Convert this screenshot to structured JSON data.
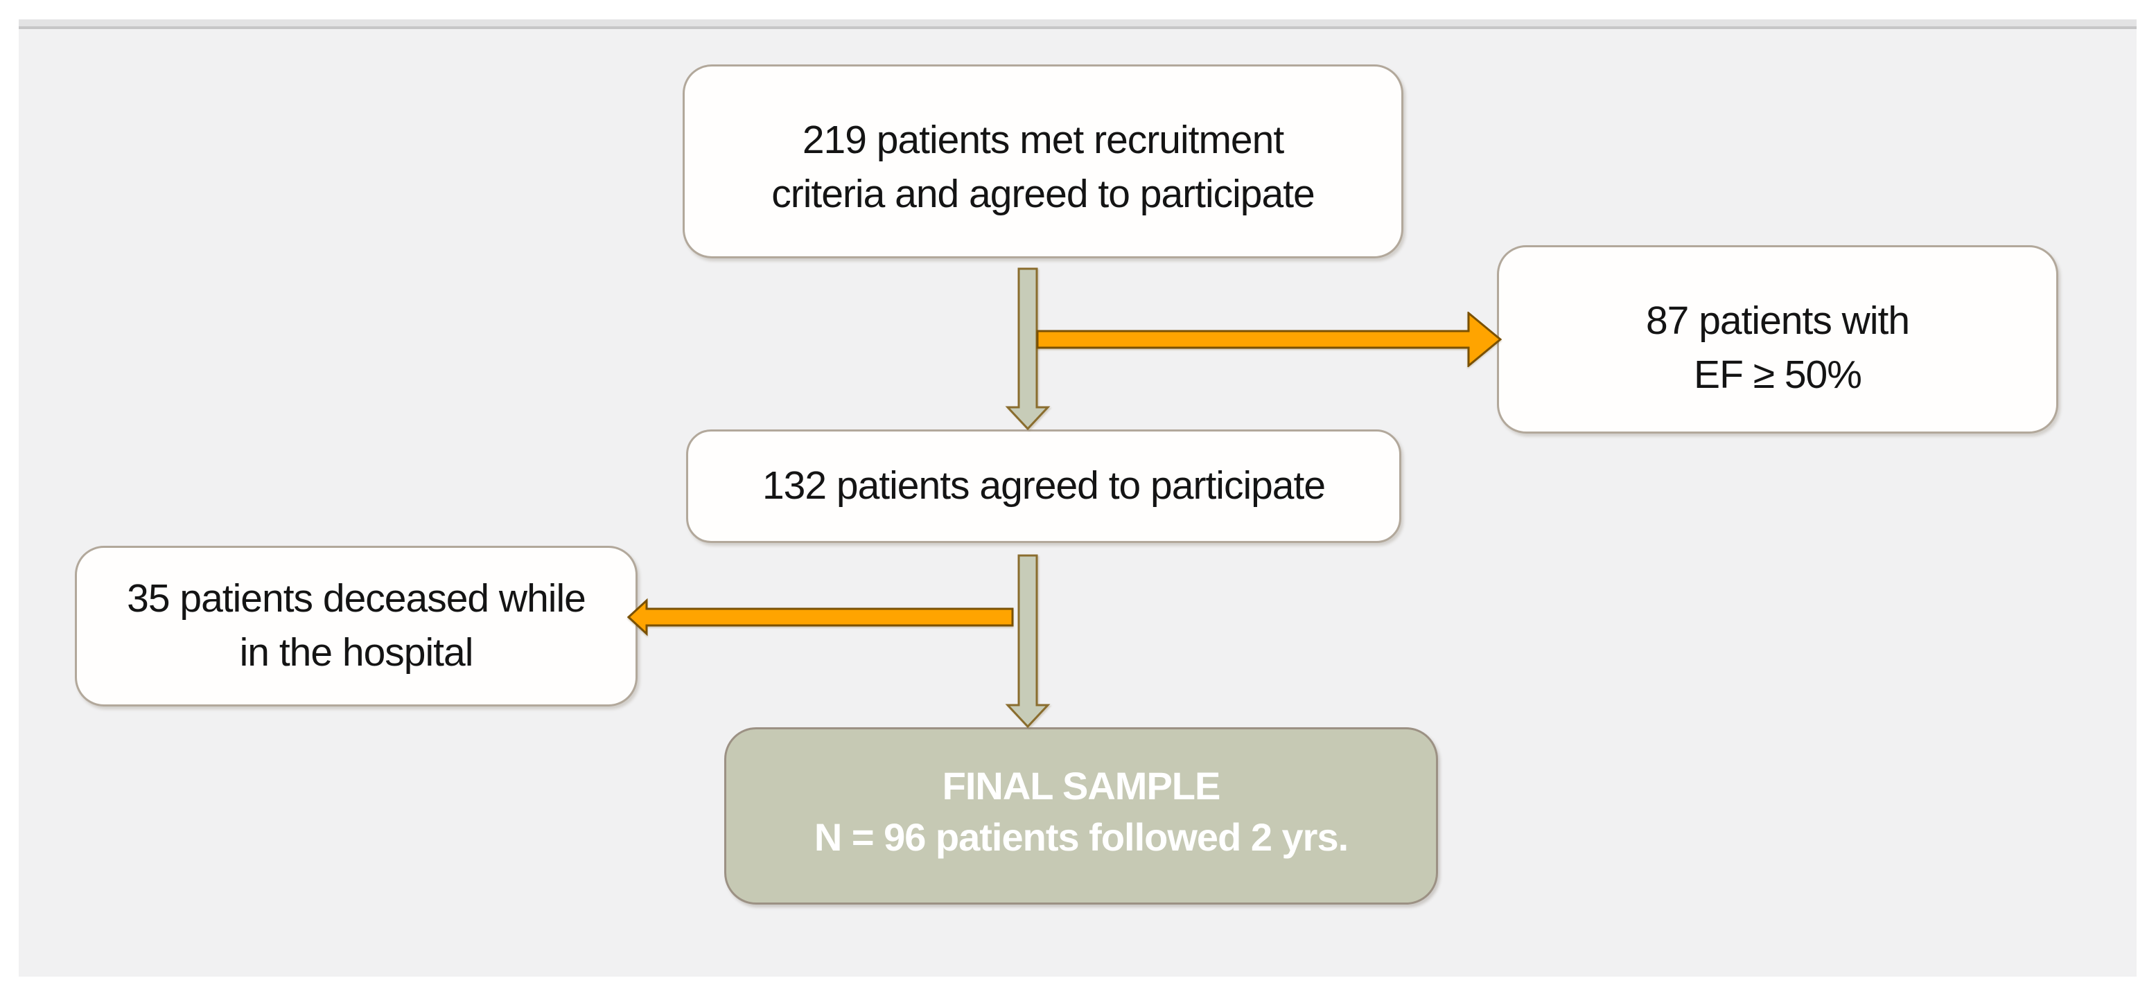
{
  "slide": {
    "kind": "flow-diagram-slide",
    "page_background": "#ffffff",
    "canvas_background": "#f1f1f2",
    "top_band_color": "#e3e3e4",
    "top_band_rule_color": "#c6c6c7"
  },
  "colors": {
    "box_fill": "#fffefd",
    "box_border": "#b2a89b",
    "text": "#141414",
    "final_box_fill": "#c6c9b4",
    "final_box_border": "#9c9184",
    "final_box_text": "#ffffff",
    "down_arrow_fill": "#c7ccb8",
    "down_arrow_border": "#8a6d2e",
    "branch_arrow_fill": "#ffa400",
    "branch_arrow_border": "#7a5104"
  },
  "flowchart": {
    "nodes": [
      {
        "id": "recruited",
        "lines": [
          "219 patients met recruitment",
          "criteria and agreed to participate"
        ]
      },
      {
        "id": "ef-50",
        "lines": [
          "87 patients with",
          "EF ≥ 50%"
        ]
      },
      {
        "id": "agreed",
        "lines": [
          "132 patients agreed to participate"
        ]
      },
      {
        "id": "deceased",
        "lines": [
          "35 patients deceased while",
          "in the hospital"
        ]
      },
      {
        "id": "final-sample",
        "lines": [
          "FINAL SAMPLE",
          "N = 96 patients followed 2 yrs."
        ]
      }
    ],
    "arrows": [
      {
        "id": "down-1",
        "direction": "down",
        "from": "recruited",
        "to": "agreed"
      },
      {
        "id": "branch-right",
        "direction": "right",
        "from": "down-1",
        "to": "ef-50"
      },
      {
        "id": "down-2",
        "direction": "down",
        "from": "agreed",
        "to": "final-sample"
      },
      {
        "id": "branch-left",
        "direction": "left",
        "from": "down-2",
        "to": "deceased"
      }
    ]
  }
}
